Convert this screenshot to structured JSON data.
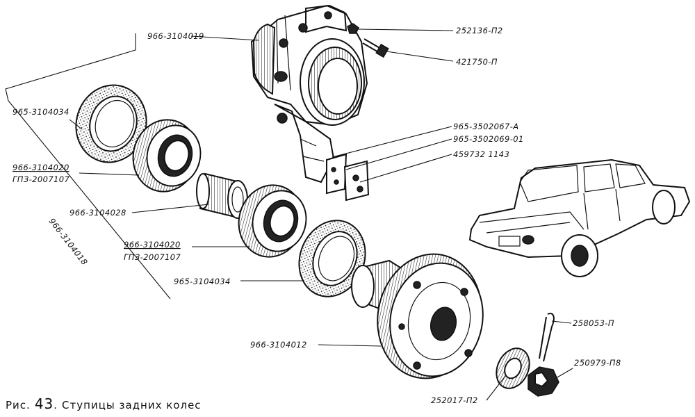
{
  "labels": {
    "hub_housing": "966-3104019",
    "nut": "252136-П2",
    "bolt": "421750-П",
    "seal_left": "965-3104034",
    "bearing_left_part": "966-3104020",
    "bearing_left_std": "ГПЗ-2007107",
    "spacer": "966-3104028",
    "assembly": "966-3104018",
    "bearing_right_part": "966-3104020",
    "bearing_right_std": "ГПЗ-2007107",
    "seal_right": "965-3104034",
    "hub": "966-3104012",
    "bracket_a": "965-3502067-А",
    "bracket_b": "965-3502069-01",
    "plate": "459732 1143",
    "cotter_pin": "258053-П",
    "castle_nut": "250979-П8",
    "washer": "252017-П2"
  },
  "caption": {
    "prefix": "Рис.",
    "number": "43",
    "title": "Ступицы задних колес"
  }
}
